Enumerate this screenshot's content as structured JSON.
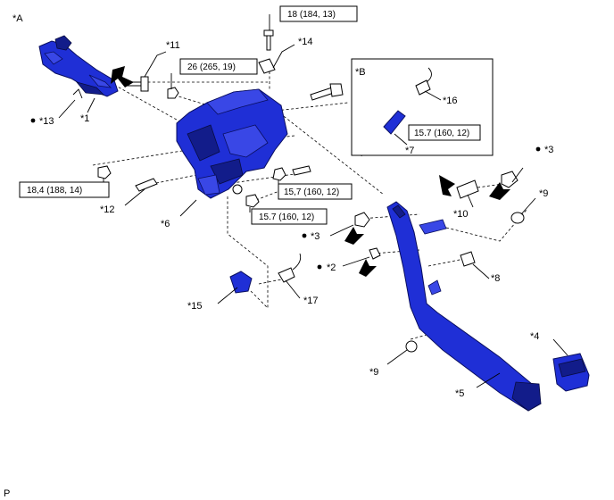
{
  "view_labels": {
    "main": "*A",
    "inset": "*B"
  },
  "corner_mark": "P",
  "callouts": {
    "c1": "*1",
    "c2": "*2",
    "c3a": "*3",
    "c3b": "*3",
    "c4": "*4",
    "c5": "*5",
    "c6": "*6",
    "c7": "*7",
    "c8": "*8",
    "c9a": "*9",
    "c9b": "*9",
    "c10": "*10",
    "c11": "*11",
    "c12": "*12",
    "c13": "*13",
    "c14": "*14",
    "c15": "*15",
    "c16": "*16",
    "c17": "*17"
  },
  "torque_specs": {
    "t1": "18 (184, 13)",
    "t2": "26 (265, 19)",
    "t3": "15.7 (160, 12)",
    "t4": "18,4 (188, 14)",
    "t5": "15,7 (160, 12)",
    "t6": "15.7 (160, 12)"
  },
  "colors": {
    "part_blue": "#1f2fd6",
    "line": "#000000"
  }
}
